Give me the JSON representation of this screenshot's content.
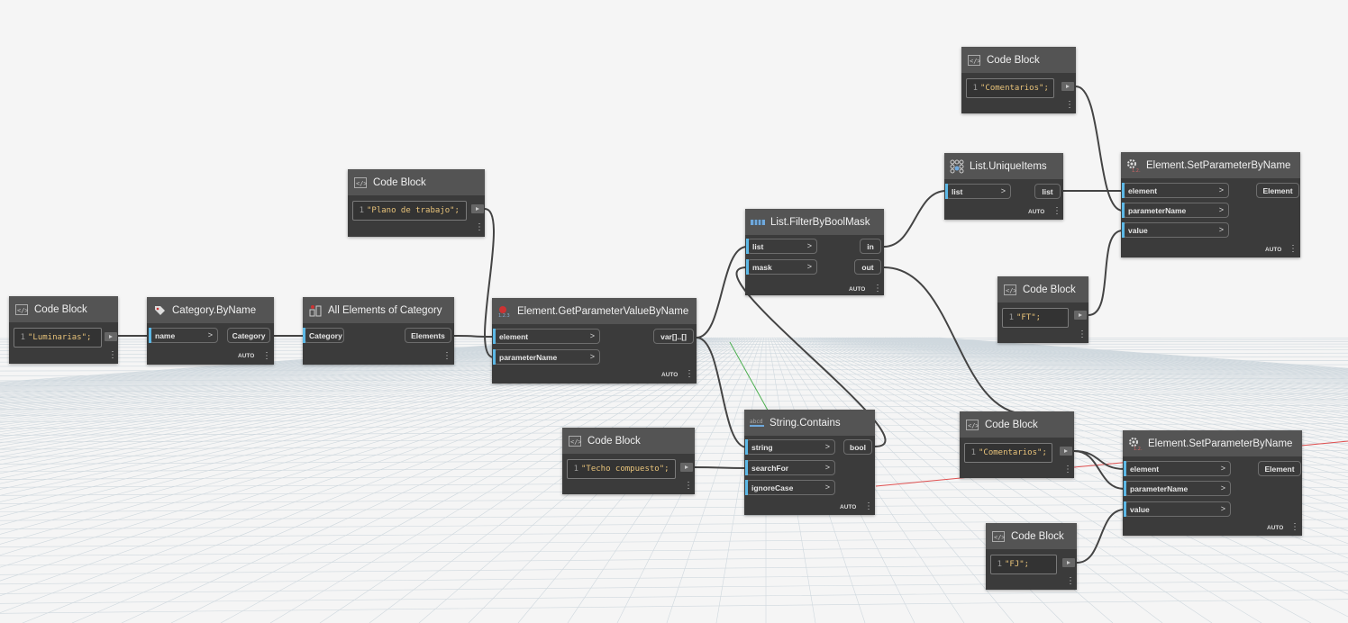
{
  "auto_label": "AUTO",
  "more_glyph": "⋮",
  "code_blocks": [
    {
      "id": "cb_luminarias",
      "title": "Code Block",
      "line": "1",
      "code": "\"Luminarias\";"
    },
    {
      "id": "cb_plano",
      "title": "Code Block",
      "line": "1",
      "code": "\"Plano de trabajo\";"
    },
    {
      "id": "cb_techo",
      "title": "Code Block",
      "line": "1",
      "code": "\"Techo compuesto\";"
    },
    {
      "id": "cb_coment1",
      "title": "Code Block",
      "line": "1",
      "code": "\"Comentarios\";"
    },
    {
      "id": "cb_ft",
      "title": "Code Block",
      "line": "1",
      "code": "\"FT\";"
    },
    {
      "id": "cb_coment2",
      "title": "Code Block",
      "line": "1",
      "code": "\"Comentarios\";"
    },
    {
      "id": "cb_fj",
      "title": "Code Block",
      "line": "1",
      "code": "\"FJ\";"
    }
  ],
  "nodes": [
    {
      "id": "cat_byname",
      "title": "Category.ByName",
      "icon": "tag-icon",
      "inputs": [
        "name"
      ],
      "outputs": [
        "Category"
      ],
      "lacing": "AUTO"
    },
    {
      "id": "all_elems",
      "title": "All Elements of Category",
      "icon": "elements-icon",
      "inputs": [
        "Category"
      ],
      "outputs": [
        "Elements"
      ]
    },
    {
      "id": "get_param",
      "title": "Element.GetParameterValueByName",
      "icon": "parameter-query-icon",
      "inputs": [
        "element",
        "parameterName"
      ],
      "outputs": [
        "var[]..[]"
      ],
      "lacing": "AUTO"
    },
    {
      "id": "filter_mask",
      "title": "List.FilterByBoolMask",
      "icon": "list-filter-icon",
      "inputs": [
        "list",
        "mask"
      ],
      "outputs": [
        "in",
        "out"
      ],
      "lacing": "AUTO"
    },
    {
      "id": "unique",
      "title": "List.UniqueItems",
      "icon": "unique-items-icon",
      "inputs": [
        "list"
      ],
      "outputs": [
        "list"
      ],
      "lacing": "AUTO"
    },
    {
      "id": "str_contains",
      "title": "String.Contains",
      "icon": "string-icon",
      "inputs": [
        "string",
        "searchFor",
        "ignoreCase"
      ],
      "outputs": [
        "bool"
      ],
      "lacing": "AUTO"
    },
    {
      "id": "set_param1",
      "title": "Element.SetParameterByName",
      "icon": "gear-icon",
      "inputs": [
        "element",
        "parameterName",
        "value"
      ],
      "outputs": [
        "Element"
      ],
      "lacing": "AUTO"
    },
    {
      "id": "set_param2",
      "title": "Element.SetParameterByName",
      "icon": "gear-icon",
      "inputs": [
        "element",
        "parameterName",
        "value"
      ],
      "outputs": [
        "Element"
      ],
      "lacing": "AUTO"
    }
  ],
  "colors": {
    "background": "#f5f5f5",
    "node_body": "#3b3b3b",
    "node_header": "#545454",
    "input_port_accent": "#5cb8e6",
    "wire": "#444444",
    "grid_line": "#cfd8de",
    "axis_red": "#e05050",
    "axis_green": "#4caf50",
    "code_text": "#e8c37a"
  }
}
